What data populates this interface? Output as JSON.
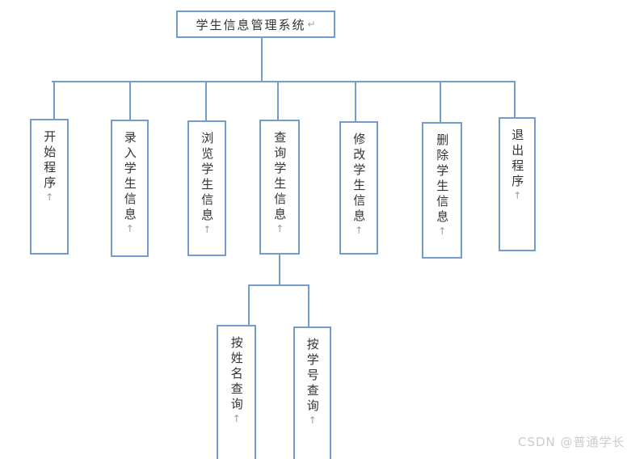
{
  "colors": {
    "line": "#739bcd",
    "text": "#333333",
    "mark": "#9e9e9e",
    "watermark": "#cccccc"
  },
  "diagram": {
    "root": {
      "label": "学生信息管理系统"
    },
    "root_mark": "↵",
    "vertical_mark": "↑",
    "children": [
      {
        "label": "开始程序"
      },
      {
        "label": "录入学生信息"
      },
      {
        "label": "浏览学生信息"
      },
      {
        "label": "查询学生信息"
      },
      {
        "label": "修改学生信息"
      },
      {
        "label": "删除学生信息"
      },
      {
        "label": "退出程序"
      }
    ],
    "query_children": [
      {
        "label": "按姓名查询"
      },
      {
        "label": "按学号查询"
      }
    ]
  },
  "watermark": {
    "text": "CSDN @普通学长"
  }
}
